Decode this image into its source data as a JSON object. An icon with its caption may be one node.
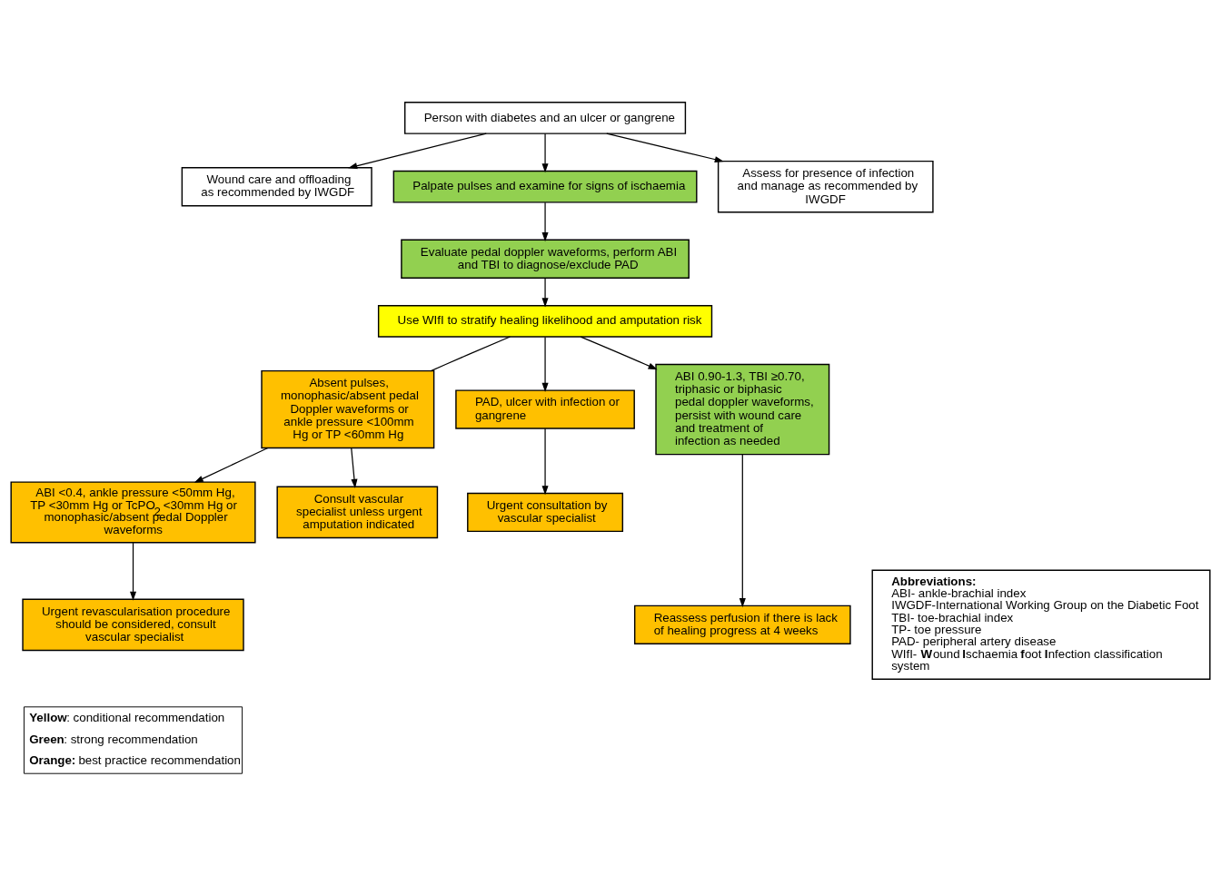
{
  "diagram": {
    "nodes": [
      {
        "text": [
          "Person with diabetes and an ulcer or gangrene"
        ]
      },
      {
        "text": [
          "Wound care and offloading as recommended by IWGDF"
        ]
      },
      {
        "text": [
          "Palpate pulses and examine for signs of ischaemia"
        ]
      },
      {
        "text": [
          "Assess for presence of infection and manage as recommended by IWGDF"
        ]
      },
      {
        "text": [
          "Evaluate pedal doppler waveforms, perform ABI and TBI to diagnose/exclude PAD"
        ]
      },
      {
        "text": [
          "Use WIfI to stratify healing likelihood and amputation risk"
        ]
      },
      {
        "text": [
          "Absent pulses, monophasic/absent pedal Doppler waveforms or ankle pressure <100mm Hg or TP <60mm Hg"
        ]
      },
      {
        "text": [
          "PAD, ulcer with infection or gangrene"
        ]
      },
      {
        "text": [
          "ABI 0.90-1.3, TBI ≥0.70, triphasic or biphasic pedal doppler waveforms, persist with wound care and treatment of infection as needed"
        ]
      },
      {
        "text": [
          "ABI <0.4, ankle pressure <50mm Hg, TP <30mm Hg or TcPO$_{2}$ <30mm Hg or monophasic/absent pedal Doppler waveforms"
        ]
      },
      {
        "text": [
          "Consult vascular specialist unless urgent amputation indicated"
        ]
      },
      {
        "text": [
          "Urgent consultation by vascular specialist"
        ]
      },
      {
        "text": [
          "Urgent revascularisation procedure should be considered, consult vascular specialist"
        ]
      },
      {
        "text": [
          "Reassess perfusion if there is lack of healing progress at 4 weeks"
        ]
      },
      {
        "text": [
          "Abbreviations:",
          "ABI- ankle-brachial index",
          "IWGDF-International Working Group on the Diabetic Foot",
          "TBI- toe-brachial index",
          "TP- toe pressure",
          "PAD- peripheral artery disease",
          "WIfI- **W**ound **I**schaemia **f**oot **I**nfection classification system"
        ]
      }
    ],
    "edges": [
      {
        "from": 0,
        "to": 1,
        "arrow": "to"
      },
      {
        "from": 0,
        "to": 2,
        "arrow": "to"
      },
      {
        "from": 0,
        "to": 3,
        "arrow": "to"
      },
      {
        "from": 2,
        "to": 4,
        "arrow": "to"
      },
      {
        "from": 4,
        "to": 5,
        "arrow": "to"
      },
      {
        "from": 5,
        "to": 6,
        "arrow": "none"
      },
      {
        "from": 5,
        "to": 7,
        "arrow": "to"
      },
      {
        "from": 5,
        "to": 8,
        "arrow": "to"
      },
      {
        "from": 6,
        "to": 9,
        "arrow": "to"
      },
      {
        "from": 6,
        "to": 10,
        "arrow": "to"
      },
      {
        "from": 7,
        "to": 11,
        "arrow": "to"
      },
      {
        "from": 8,
        "to": 13,
        "arrow": "to"
      },
      {
        "from": 9,
        "to": 12,
        "arrow": "to"
      }
    ],
    "legend": [
      {
        "text": "**Yellow**: conditional recommendation"
      },
      {
        "text": "**Green**: strong recommendation"
      },
      {
        "text": "**Orange:** best practice recommendation"
      }
    ]
  }
}
